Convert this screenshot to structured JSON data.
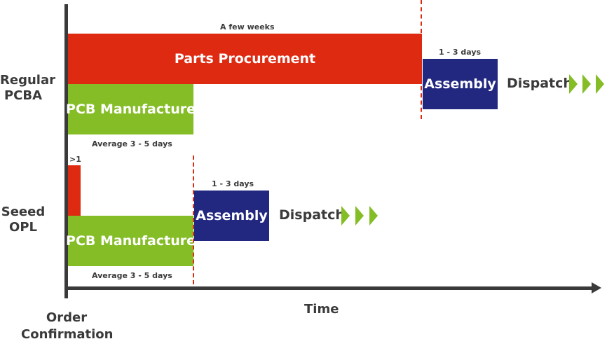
{
  "rows": {
    "regular": "Regular PCBA",
    "seeed": "Seeed OPL"
  },
  "regular": {
    "procurement_note": "A few weeks",
    "procurement_label": "Parts Procurement",
    "pcb_label": "PCB Manufacture",
    "pcb_note": "Average 3 - 5 days",
    "assembly_note": "1 - 3 days",
    "assembly_label": "Assembly",
    "dispatch_label": "Dispatch"
  },
  "seeed": {
    "procurement_note": ">1",
    "pcb_label": "PCB Manufacture",
    "pcb_note": "Average 3 - 5 days",
    "assembly_note": "1 - 3 days",
    "assembly_label": "Assembly",
    "dispatch_label": "Dispatch"
  },
  "axes": {
    "x_label": "Time",
    "origin_label": "Order Confirmation"
  },
  "colors": {
    "procurement": "#df2a12",
    "pcb": "#84bd26",
    "assembly": "#22287f",
    "axis": "#3a3a3a"
  }
}
